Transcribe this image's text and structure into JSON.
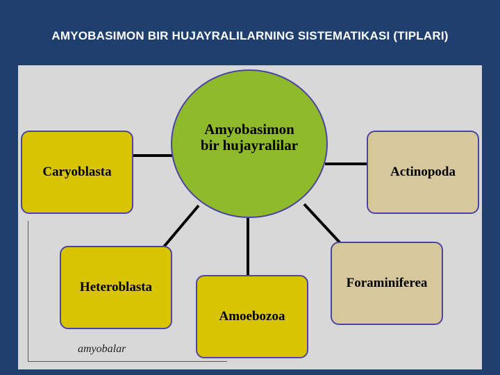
{
  "slide": {
    "title": "AMYOBASIMON BIR HUJAYRALILARNING SISTEMATIKASI (TIPLARI)"
  },
  "diagram": {
    "center": {
      "line1": "Amyobasimon",
      "line2": "bir hujayralilar"
    },
    "nodes": {
      "caryoblasta": "Caryoblasta",
      "heteroblasta": "Heteroblasta",
      "amoebozoa": "Amoebozoa",
      "foraminiferea": "Foraminiferea",
      "actinopoda": "Actinopoda"
    },
    "bracket_label": "amyobalar"
  },
  "colors": {
    "background": "#1f3f6e",
    "panel": "#d8d8d8",
    "center_fill": "#8fba2c",
    "node_yellow": "#d8c400",
    "node_tan": "#d6c89c",
    "border": "#4b44a0"
  }
}
